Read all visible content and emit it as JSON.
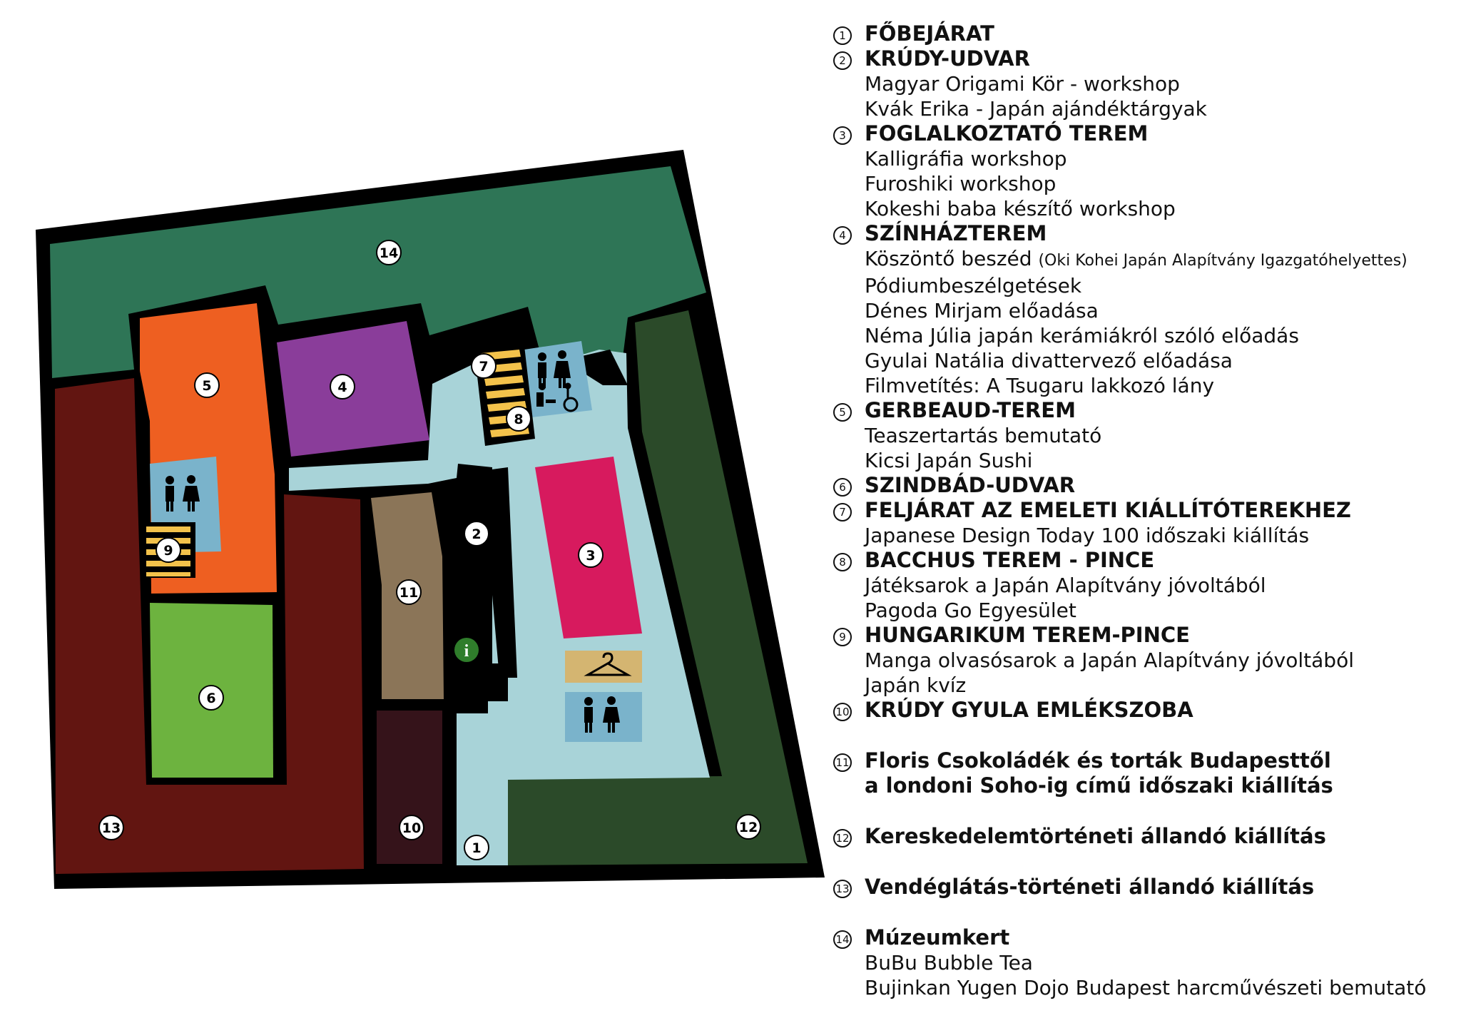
{
  "map": {
    "areas": [
      {
        "id": "1",
        "name": "main-entrance"
      },
      {
        "id": "2",
        "name": "krudy-courtyard"
      },
      {
        "id": "3",
        "name": "activity-room"
      },
      {
        "id": "4",
        "name": "theatre-hall"
      },
      {
        "id": "5",
        "name": "gerbeaud-hall"
      },
      {
        "id": "6",
        "name": "szindbad-courtyard"
      },
      {
        "id": "7",
        "name": "upstairs-staircase"
      },
      {
        "id": "8",
        "name": "bacchus-cellar"
      },
      {
        "id": "9",
        "name": "hungarikum-cellar"
      },
      {
        "id": "10",
        "name": "krudy-memorial-room"
      },
      {
        "id": "11",
        "name": "floris-exhibition"
      },
      {
        "id": "12",
        "name": "commerce-exhibition"
      },
      {
        "id": "13",
        "name": "catering-exhibition"
      },
      {
        "id": "14",
        "name": "museum-garden"
      }
    ],
    "colors": {
      "outline": "#000000",
      "garden": "#2e7556",
      "dark_green": "#2b4a29",
      "maroon": "#621511",
      "corridor": "#a8d3d8",
      "orange": "#ee5f21",
      "purple": "#8a3d9a",
      "pink": "#d71a5e",
      "brown": "#8b7558",
      "dark_brown": "#35131a",
      "light_green": "#6db33f",
      "restroom_blue": "#7ab3cb",
      "stairs_yellow": "#f3c24b",
      "cloakroom_tan": "#d4b571",
      "info_green": "#2f7d2b"
    },
    "icons": [
      "restroom-icon",
      "baby-changing-icon",
      "wheelchair-icon",
      "stairs-icon",
      "cloakroom-hanger-icon",
      "info-icon"
    ]
  },
  "legend": [
    {
      "num": "1",
      "title": "FŐBEJÁRAT",
      "lines": []
    },
    {
      "num": "2",
      "title": "KRÚDY-UDVAR",
      "lines": [
        "Magyar Origami Kör - workshop",
        "Kvák Erika - Japán ajándéktárgyak"
      ]
    },
    {
      "num": "3",
      "title": "FOGLALKOZTATÓ TEREM",
      "lines": [
        "Kalligráfia workshop",
        "Furoshiki workshop",
        "Kokeshi baba készítő workshop"
      ]
    },
    {
      "num": "4",
      "title": "SZÍNHÁZTEREM",
      "lines": [
        "Köszöntő beszéd",
        "Pódiumbeszélgetések",
        "Dénes Mirjam előadása",
        "Néma Júlia japán kerámiákról szóló előadás",
        "Gyulai Natália divattervező előadása",
        "Filmvetítés: A Tsugaru lakkozó lány"
      ],
      "note": "(Oki Kohei Japán Alapítvány Igazgatóhelyettes)"
    },
    {
      "num": "5",
      "title": "GERBEAUD-TEREM",
      "lines": [
        "Teaszertartás bemutató",
        "Kicsi Japán Sushi"
      ]
    },
    {
      "num": "6",
      "title": "SZINDBÁD-UDVAR",
      "lines": []
    },
    {
      "num": "7",
      "title": "FELJÁRAT AZ EMELETI KIÁLLÍTÓTEREKHEZ",
      "lines": [
        "Japanese Design Today 100 időszaki kiállítás"
      ]
    },
    {
      "num": "8",
      "title": "BACCHUS TEREM - PINCE",
      "lines": [
        "Játéksarok a Japán Alapítvány jóvoltából",
        "Pagoda Go Egyesület"
      ]
    },
    {
      "num": "9",
      "title": "HUNGARIKUM TEREM-PINCE",
      "lines": [
        "Manga olvasósarok a Japán Alapítvány jóvoltából",
        "Japán kvíz"
      ]
    },
    {
      "num": "10",
      "title": "KRÚDY GYULA EMLÉKSZOBA",
      "lines": []
    },
    {
      "num": "11",
      "title": "Floris Csokoládék és torták Budapesttől",
      "lines": [],
      "title2": "a londoni Soho-ig című időszaki kiállítás"
    },
    {
      "num": "12",
      "title": "Kereskedelemtörténeti állandó kiállítás",
      "lines": []
    },
    {
      "num": "13",
      "title": "Vendéglátás-történeti állandó kiállítás",
      "lines": []
    },
    {
      "num": "14",
      "title": "Múzeumkert",
      "lines": [
        "BuBu Bubble Tea",
        "Bujinkan Yugen Dojo Budapest harcművészeti bemutató"
      ]
    }
  ]
}
